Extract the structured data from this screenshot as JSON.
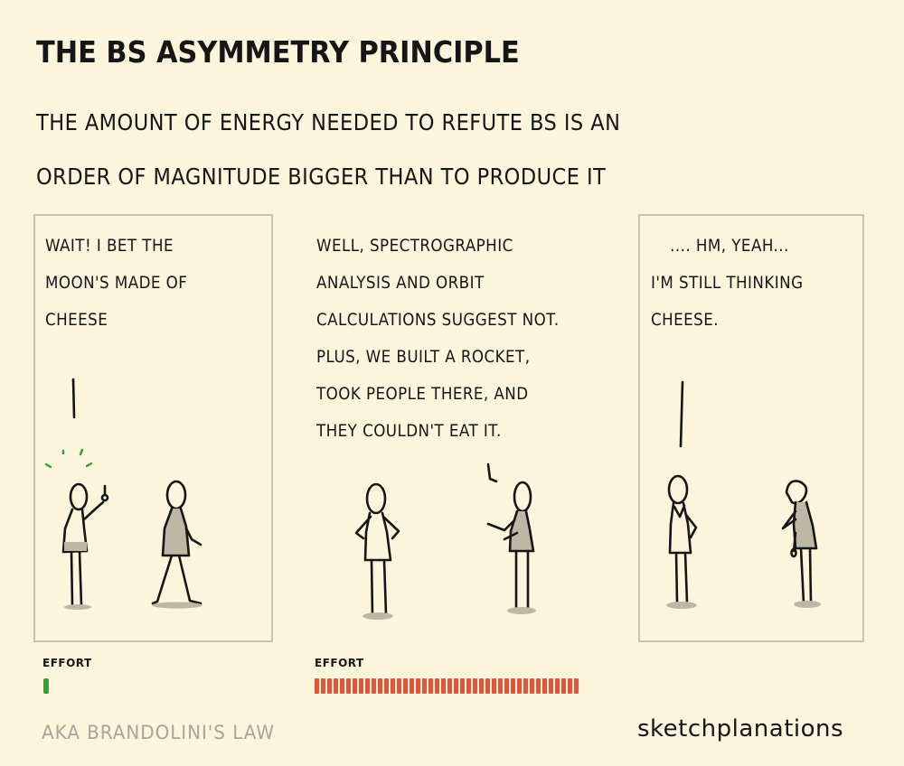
{
  "header": {
    "title": "THE BS ASYMMETRY PRINCIPLE",
    "subtitle_lines": [
      "THE AMOUNT OF ENERGY NEEDED TO REFUTE BS IS AN",
      "ORDER OF MAGNITUDE BIGGER THAN TO PRODUCE IT"
    ]
  },
  "panels": [
    {
      "speech_lines": [
        "WAIT! I BET THE",
        "MOON'S MADE OF",
        "CHEESE"
      ],
      "bordered": true
    },
    {
      "speech_lines": [
        "WELL, SPECTROGRAPHIC",
        "ANALYSIS AND ORBIT",
        "CALCULATIONS SUGGEST NOT.",
        "PLUS, WE BUILT A ROCKET,",
        "TOOK PEOPLE THERE, AND",
        "THEY COULDN'T EAT IT."
      ],
      "bordered": false
    },
    {
      "speech_lines": [
        ".... HM, YEAH...",
        "I'M STILL THINKING",
        "CHEESE."
      ],
      "bordered": true
    }
  ],
  "effort": {
    "label": "EFFORT",
    "bs_effort": {
      "label": "EFFORT",
      "ticks": 1,
      "color": "#3c9b3a"
    },
    "refute_effort": {
      "label": "EFFORT",
      "ticks": 42,
      "color": "#e25537"
    }
  },
  "footer": {
    "aka": "AKA BRANDOLINI'S LAW",
    "brand": "sketchplanations"
  },
  "colors": {
    "background": "#fbf5dc",
    "ink": "#161616",
    "panel_border": "#c9c4ae",
    "shadow": "#bdb7a5",
    "green": "#3c9b3a",
    "red": "#e25537",
    "muted_text": "#a8a59a"
  }
}
